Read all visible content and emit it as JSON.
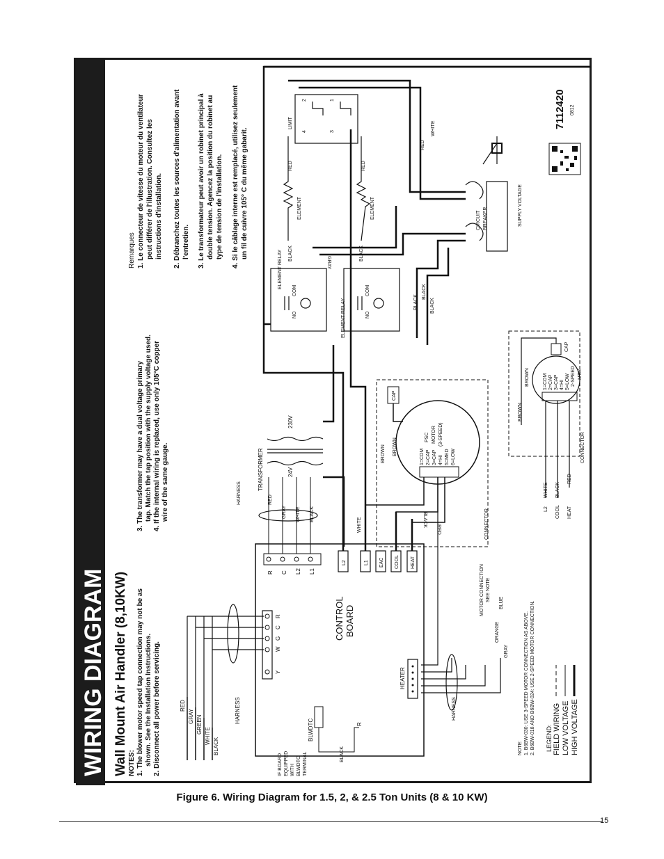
{
  "header": {
    "title": "WIRING DIAGRAM",
    "subtitle": "Wall Mount Air Handler (8,10KW)"
  },
  "notes": {
    "heading": "NOTES:",
    "lines": [
      "1. The blower motor speed tap connection may not be as",
      "shown. See the Installation Instructions.",
      "2. Disconnect all power before servicing.",
      "3. The transformer may have a dual voltage primary",
      "tap. Match the tap position with the supply voltage used.",
      "4. If the internal wiring is replaced, use only 105°C copper",
      "wire of the same gauge."
    ]
  },
  "remarques": {
    "heading": "Remarques",
    "lines": [
      "1. Le connecteur de vitesse du moteur du ventilateur",
      "peut différer de l'illustration. Consultez les",
      "instructions d'installation.",
      "2. Débranchez toutes les sources d'alimentation avant",
      "l'entretien.",
      "3. Le transformateur peut avoir un robinet principal à",
      "double tension. Agencez la position du robinet au",
      "type de tension de l'installation.",
      "4. Si le câblage interne est remplacé, utilisez seulement",
      "un fil de cuivre 105° C du même gabarit."
    ]
  },
  "labels": {
    "red": "RED",
    "gray": "GRAY",
    "green": "GREEN",
    "white": "WHITE",
    "black": "BLACK",
    "brown": "BROWN",
    "orange": "ORANGE",
    "blue": "BLUE",
    "harness": "HARNESS",
    "transformer": "TRANSFORMER",
    "v24": "24V",
    "v230": "230V",
    "control_board": "CONTROL",
    "control_board_2": "BOARD",
    "heater": "HEATER",
    "blwdtc": "BLWDTC",
    "r": "R",
    "if_board": [
      "IF BOARD",
      "EQUIPPED",
      "WITH",
      "BLWDTC",
      "TERMINAL"
    ],
    "tstat": [
      "Y",
      "W",
      "G",
      "C",
      "R"
    ],
    "board_terms": [
      "R",
      "C",
      "L2",
      "L1"
    ],
    "board_terms2": [
      "L2",
      "L1",
      "EAC",
      "COOL",
      "HEAT"
    ],
    "motor_conn": [
      "MOTOR CONNECTION",
      "SEE NOTE"
    ],
    "connector": "CONNECTOR",
    "psc": [
      "PSC",
      "MOTOR",
      "(3-SPEED)"
    ],
    "taps3": [
      "1=COM",
      "2=CAP",
      "3=CAP",
      "4=HI",
      "5=MED",
      "6=LOW"
    ],
    "taps2": [
      "1=COM",
      "2=CAP",
      "3=CAP",
      "4=HI",
      "5=LOW"
    ],
    "mtr2": [
      "2-SPEED",
      "MTR"
    ],
    "cap": "CAP",
    "element_relay": "ELEMENT RELAY",
    "no": "NO",
    "com": "COM",
    "element": "ELEMENT",
    "limit": "LIMIT",
    "limit_nums": [
      "2",
      "4",
      "1",
      "3"
    ],
    "circuit_breaker": [
      "CIRCUIT",
      "BREAKER"
    ],
    "supply_voltage": "SUPPLY VOLTAGE",
    "lv_labels": [
      "L2",
      "COOL",
      "HEAT"
    ],
    "part_no": "7112420",
    "date_code": "0812"
  },
  "note_motor": {
    "heading": "NOTE:",
    "lines": [
      "1. B6BW-030:  USE 3-SPEED MOTOR CONNECTION AS ABOVE.",
      "2. B6BW-018 AND B6BW-024:  USE 2-SPEED MOTOR CONNECTION."
    ]
  },
  "legend": {
    "heading": "LEGEND:",
    "items": [
      "FIELD WIRING",
      "LOW VOLTAGE",
      "HIGH VOLTAGE"
    ]
  },
  "caption": "Figure 6. Wiring Diagram for 1.5, 2, & 2.5 Ton Units (8 & 10 KW)",
  "page_number": "15"
}
